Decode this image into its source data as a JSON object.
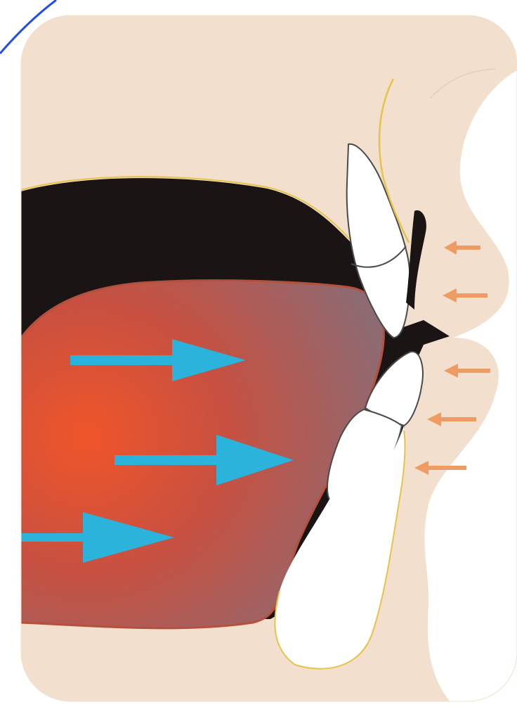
{
  "diagram": {
    "colors": {
      "background": "#ffffff",
      "frame_outline": "#1f4fe6",
      "skin": "#f3dfcd",
      "oral_cavity": "#1a1414",
      "tongue_hot": "#f0552a",
      "tongue_cool": "#8e6a72",
      "tongue_outline": "#b4513c",
      "tooth": "#ffffff",
      "tooth_outline": "#4a4a4a",
      "bone_line": "#e6c34a",
      "tongue_pressure_arrow": "#2bb3dc",
      "lip_pressure_arrow": "#ef9b64"
    },
    "tongue_pressure_arrows": [
      {
        "id": "upper",
        "icon": "arrow-right-icon"
      },
      {
        "id": "middle",
        "icon": "arrow-right-icon"
      },
      {
        "id": "lower",
        "icon": "arrow-right-icon"
      }
    ],
    "lip_pressure_arrows": [
      {
        "id": "1",
        "icon": "arrow-left-icon"
      },
      {
        "id": "2",
        "icon": "arrow-left-icon"
      },
      {
        "id": "3",
        "icon": "arrow-left-icon"
      },
      {
        "id": "4",
        "icon": "arrow-left-icon"
      },
      {
        "id": "5",
        "icon": "arrow-left-icon"
      }
    ]
  }
}
